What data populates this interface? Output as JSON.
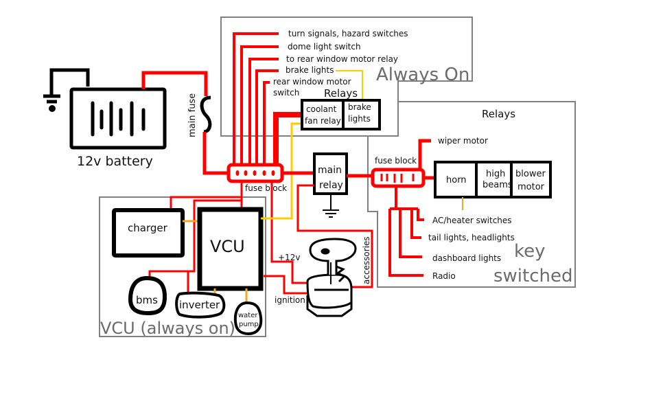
{
  "colors": {
    "power": "#ff0000",
    "signal": "#ffcc00",
    "signal_orange": "#f5a623",
    "component": "#000000",
    "region_border": "#808080",
    "region_label": "#6b6b6b"
  },
  "battery": {
    "label": "12v battery",
    "icon": "battery-icon"
  },
  "main_fuse": {
    "label": "main fuse",
    "icon": "fuse-icon"
  },
  "ground": {
    "icon": "ground-icon"
  },
  "always_on": {
    "region_label": "Always On",
    "fuse_block_label": "fuse block",
    "circuits": [
      "turn signals, hazard switches",
      "dome light switch",
      "to rear window motor relay",
      "brake lights",
      "rear window motor",
      "switch"
    ],
    "relays": {
      "title": "Relays",
      "items": [
        "coolant",
        "fan relay",
        "brake",
        "lights"
      ]
    }
  },
  "main_relay": {
    "line1": "main",
    "line2": "relay"
  },
  "key_switched": {
    "region_label_1": "key",
    "region_label_2": "switched",
    "fuse_block_label": "fuse block",
    "relays_title": "Relays",
    "relays": [
      {
        "line1": "horn",
        "line2": ""
      },
      {
        "line1": "high",
        "line2": "beams"
      },
      {
        "line1": "blower",
        "line2": "motor"
      }
    ],
    "circuits": [
      "wiper motor",
      "AC/heater switches",
      "tail lights, headlights",
      "dashboard lights",
      "Radio"
    ]
  },
  "ignition_switch": {
    "icon": "key-icon",
    "labels": {
      "plus12v": "+12v",
      "ignition": "ignition",
      "accessories": "accessories"
    }
  },
  "vcu_region": {
    "region_label": "VCU (always on)",
    "vcu": "VCU",
    "charger": "charger",
    "bms": "bms",
    "inverter": "inverter",
    "water_pump_1": "water",
    "water_pump_2": "pump"
  }
}
